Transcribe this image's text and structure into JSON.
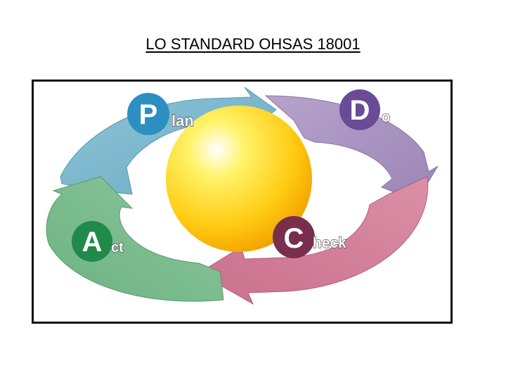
{
  "title": "LO STANDARD OHSAS 18001",
  "cycle": {
    "plan": {
      "letter": "P",
      "rest": "lan",
      "color": "#7fb8cf",
      "badge": "#2b8fc0"
    },
    "do": {
      "letter": "D",
      "rest": "o",
      "color": "#a58fbd",
      "badge": "#6a4b97"
    },
    "check": {
      "letter": "C",
      "rest": "heck",
      "color": "#d47e98",
      "badge": "#7a2e4e"
    },
    "act": {
      "letter": "A",
      "rest": "ct",
      "color": "#76b88b",
      "badge": "#1f8a4a"
    },
    "center_color": "#f7c21c"
  }
}
